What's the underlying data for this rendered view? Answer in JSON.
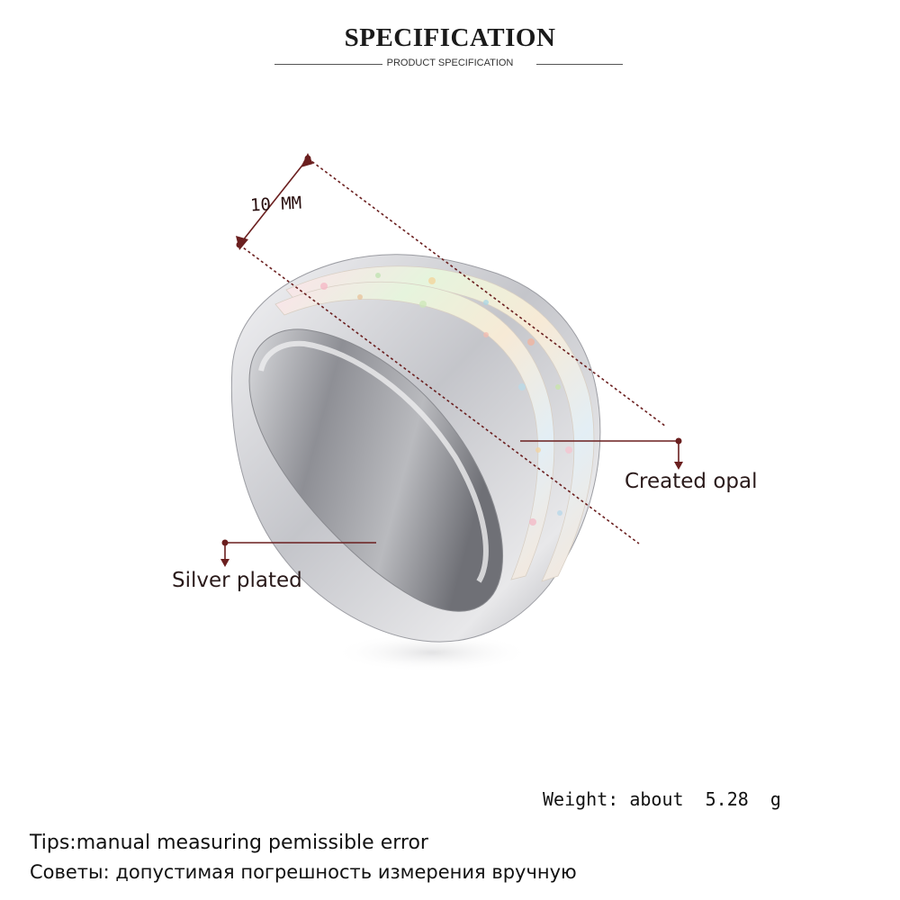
{
  "header": {
    "title": "SPECIFICATION",
    "subtitle": "PRODUCT SPECIFICATION"
  },
  "callouts": {
    "width": "10 MM",
    "stone": "Created opal",
    "metal": "Silver plated"
  },
  "weight": "Weight: about  5.28  g",
  "tips": {
    "english": "Tips:manual measuring pemissible error",
    "russian": "Советы: допустимая погрешность измерения вручную"
  },
  "colors": {
    "dimension_line": "#6b1f1f",
    "text": "#1a1a1a",
    "metal": "#c9c9cc",
    "opal": "#f2eee6"
  }
}
